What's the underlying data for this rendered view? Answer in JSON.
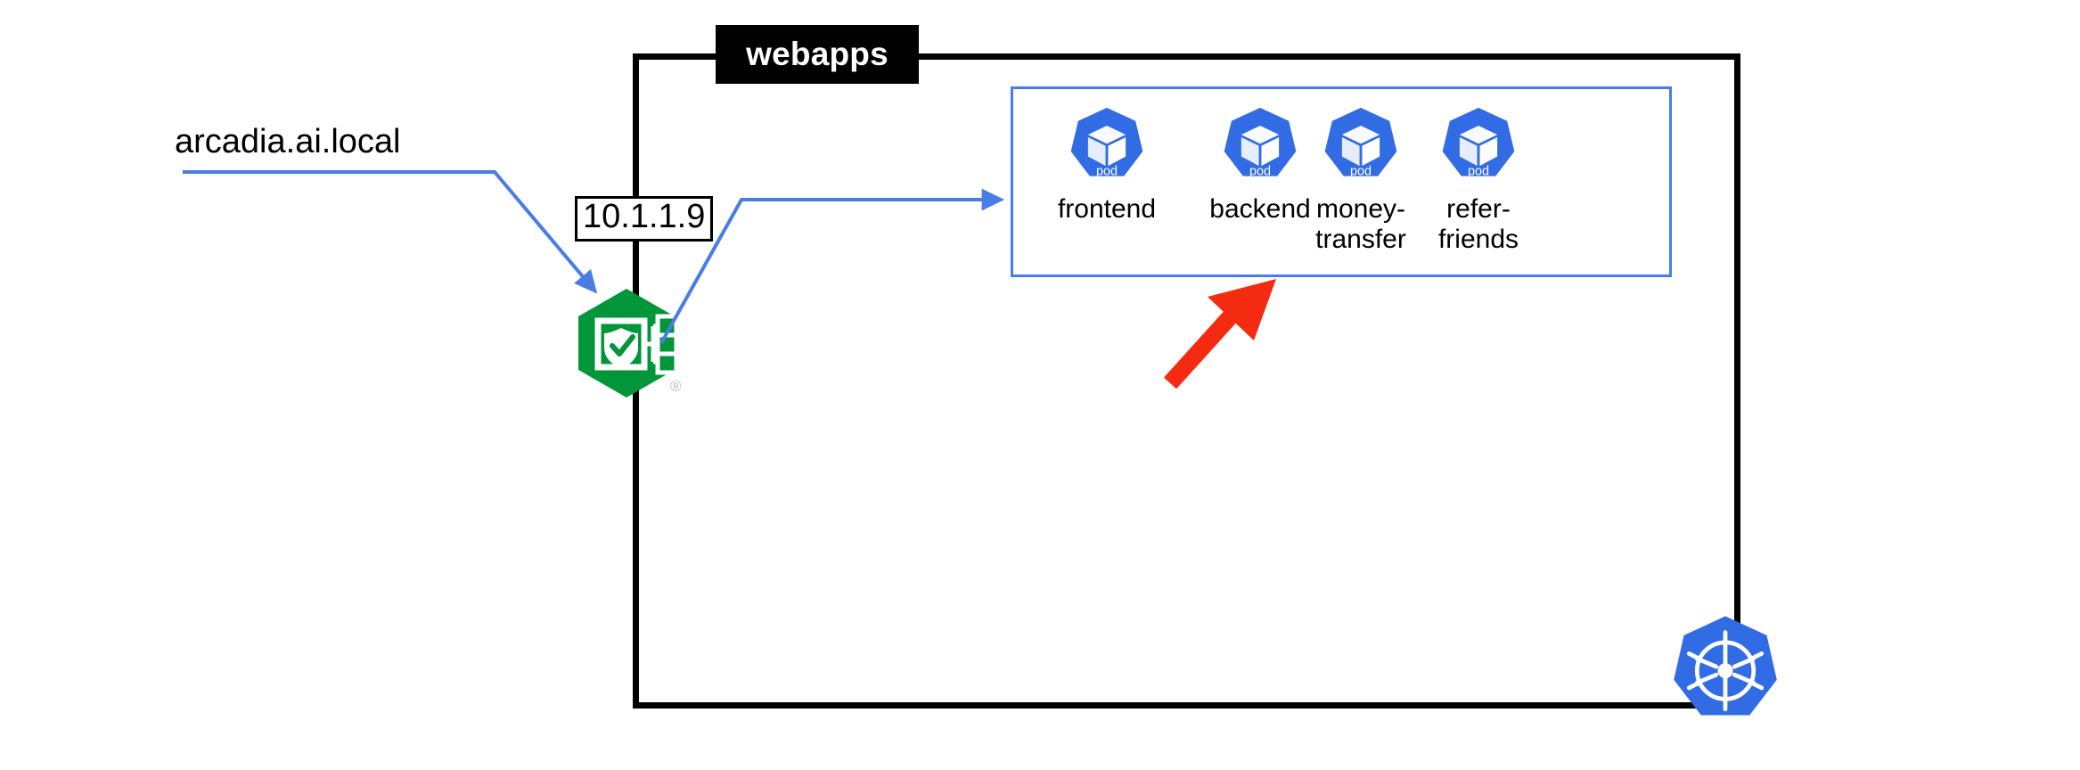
{
  "diagram": {
    "title": "Kubernetes webapps namespace ingress routing diagram",
    "cluster": {
      "namespace_label": "webapps",
      "platform_icon": "kubernetes-logo"
    },
    "entrypoint": {
      "hostname": "arcadia.ai.local",
      "ip_address": "10.1.1.9",
      "controller_icon": "nginx-ingress-controller-icon",
      "trademark_symbol": "®"
    },
    "pods": [
      {
        "name": "frontend",
        "caption": "frontend",
        "icon": "pod-icon",
        "icon_label": "pod"
      },
      {
        "name": "backend",
        "caption": "backend",
        "icon": "pod-icon",
        "icon_label": "pod"
      },
      {
        "name": "money-transfer",
        "caption": "money-\ntransfer",
        "icon": "pod-icon",
        "icon_label": "pod"
      },
      {
        "name": "refer-friends",
        "caption": "refer-\nfriends",
        "icon": "pod-icon",
        "icon_label": "pod"
      }
    ],
    "annotations": [
      {
        "name": "red-highlight-arrow",
        "points_to": "backend",
        "color": "#F42A11"
      }
    ],
    "colors": {
      "kubernetes_blue": "#326CE5",
      "connector_blue": "#4a7ce8",
      "nginx_green": "#009639",
      "annotation_red": "#F42A11",
      "boundary_black": "#000000",
      "namespace_label_bg": "#000000",
      "namespace_label_text": "#ffffff",
      "trademark_gray": "#bdbdbd"
    }
  }
}
